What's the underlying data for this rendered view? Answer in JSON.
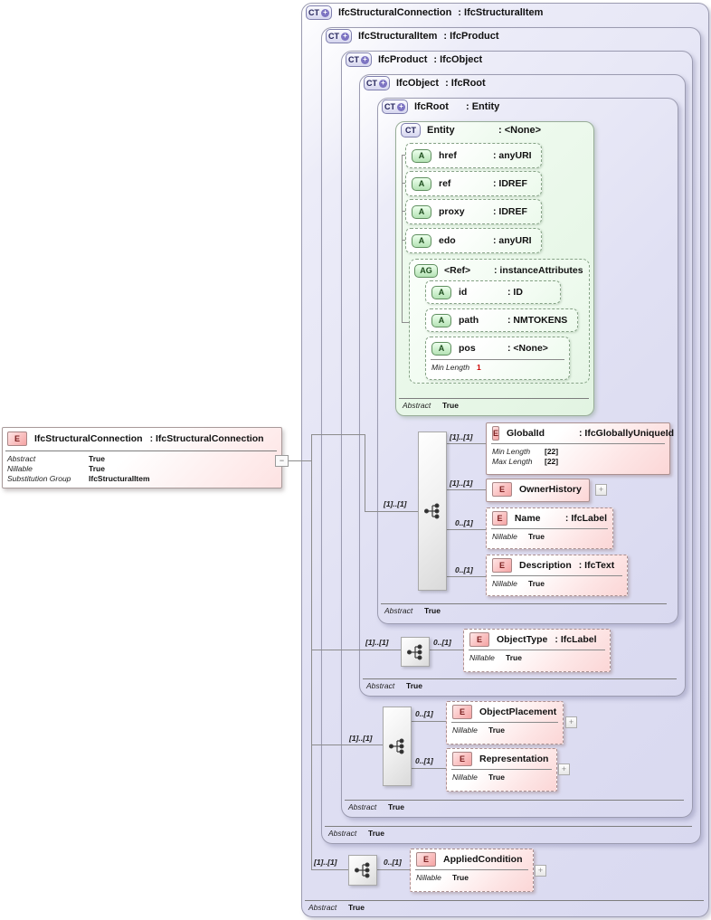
{
  "glyphs": {
    "ct_plus": "+",
    "collapse": "−",
    "expand": "+"
  },
  "palette": {
    "lavender_fill": "#e0e0f3",
    "lavender_border": "#9b9bb0",
    "green_fill": "#e6f6e6",
    "green_border": "#98ad98",
    "pink_fill": "#fbd6d6",
    "pink_border": "#ab9090",
    "plus_badge": "#7d74c2",
    "line": "#8c8c8c",
    "facet_red": "#cc0000"
  },
  "root_element": {
    "badge": "E",
    "name": "IfcStructuralConnection",
    "type": ": IfcStructuralConnection",
    "facets": [
      {
        "label": "Abstract",
        "value": "True"
      },
      {
        "label": "Nillable",
        "value": "True"
      },
      {
        "label": "Substitution Group",
        "value": "IfcStructuralItem"
      }
    ]
  },
  "complex_types": [
    {
      "badge": "CT",
      "name": "IfcStructuralConnection",
      "type": ": IfcStructuralItem",
      "footer_label": "Abstract",
      "footer_value": "True"
    },
    {
      "badge": "CT",
      "name": "IfcStructuralItem",
      "type": ": IfcProduct",
      "footer_label": "Abstract",
      "footer_value": "True"
    },
    {
      "badge": "CT",
      "name": "IfcProduct",
      "type": ": IfcObject",
      "footer_label": "Abstract",
      "footer_value": "True"
    },
    {
      "badge": "CT",
      "name": "IfcObject",
      "type": ": IfcRoot",
      "footer_label": "Abstract",
      "footer_value": "True"
    },
    {
      "badge": "CT",
      "name": "IfcRoot",
      "type": ": Entity",
      "footer_label": "Abstract",
      "footer_value": "True"
    },
    {
      "badge": "CT",
      "name": "Entity",
      "type": ": <None>",
      "footer_label": "Abstract",
      "footer_value": "True"
    }
  ],
  "entity_attributes": [
    {
      "badge": "A",
      "name": "href",
      "type": ": anyURI"
    },
    {
      "badge": "A",
      "name": "ref",
      "type": ": IDREF"
    },
    {
      "badge": "A",
      "name": "proxy",
      "type": ": IDREF"
    },
    {
      "badge": "A",
      "name": "edo",
      "type": ": anyURI"
    }
  ],
  "attribute_group": {
    "badge": "AG",
    "name": "<Ref>",
    "type": ": instanceAttributes",
    "attributes": [
      {
        "badge": "A",
        "name": "id",
        "type": ": ID"
      },
      {
        "badge": "A",
        "name": "path",
        "type": ": NMTOKENS"
      },
      {
        "badge": "A",
        "name": "pos",
        "type": ": <None>",
        "facet_label": "Min Length",
        "facet_value": "1"
      }
    ]
  },
  "ifcroot_content": {
    "cardinality": "[1]..[1]",
    "elements": [
      {
        "cardinality": "[1]..[1]",
        "badge": "E",
        "name": "GlobalId",
        "type": ": IfcGloballyUniqueId",
        "facets": [
          {
            "label": "Min Length",
            "value": "[22]"
          },
          {
            "label": "Max Length",
            "value": "[22]"
          }
        ]
      },
      {
        "cardinality": "[1]..[1]",
        "badge": "E",
        "name": "OwnerHistory",
        "type": ""
      },
      {
        "cardinality": "0..[1]",
        "badge": "E",
        "name": "Name",
        "type": ": IfcLabel",
        "facets": [
          {
            "label": "Nillable",
            "value": "True"
          }
        ]
      },
      {
        "cardinality": "0..[1]",
        "badge": "E",
        "name": "Description",
        "type": ": IfcText",
        "facets": [
          {
            "label": "Nillable",
            "value": "True"
          }
        ]
      }
    ]
  },
  "ifcobject_content": {
    "cardinality": "[1]..[1]",
    "elements": [
      {
        "cardinality": "0..[1]",
        "badge": "E",
        "name": "ObjectType",
        "type": ": IfcLabel",
        "facets": [
          {
            "label": "Nillable",
            "value": "True"
          }
        ]
      }
    ]
  },
  "ifcproduct_content": {
    "cardinality": "[1]..[1]",
    "elements": [
      {
        "cardinality": "0..[1]",
        "badge": "E",
        "name": "ObjectPlacement",
        "type": "",
        "facets": [
          {
            "label": "Nillable",
            "value": "True"
          }
        ]
      },
      {
        "cardinality": "0..[1]",
        "badge": "E",
        "name": "Representation",
        "type": "",
        "facets": [
          {
            "label": "Nillable",
            "value": "True"
          }
        ]
      }
    ]
  },
  "connection_content": {
    "cardinality": "[1]..[1]",
    "elements": [
      {
        "cardinality": "0..[1]",
        "badge": "E",
        "name": "AppliedCondition",
        "type": "",
        "facets": [
          {
            "label": "Nillable",
            "value": "True"
          }
        ]
      }
    ]
  }
}
